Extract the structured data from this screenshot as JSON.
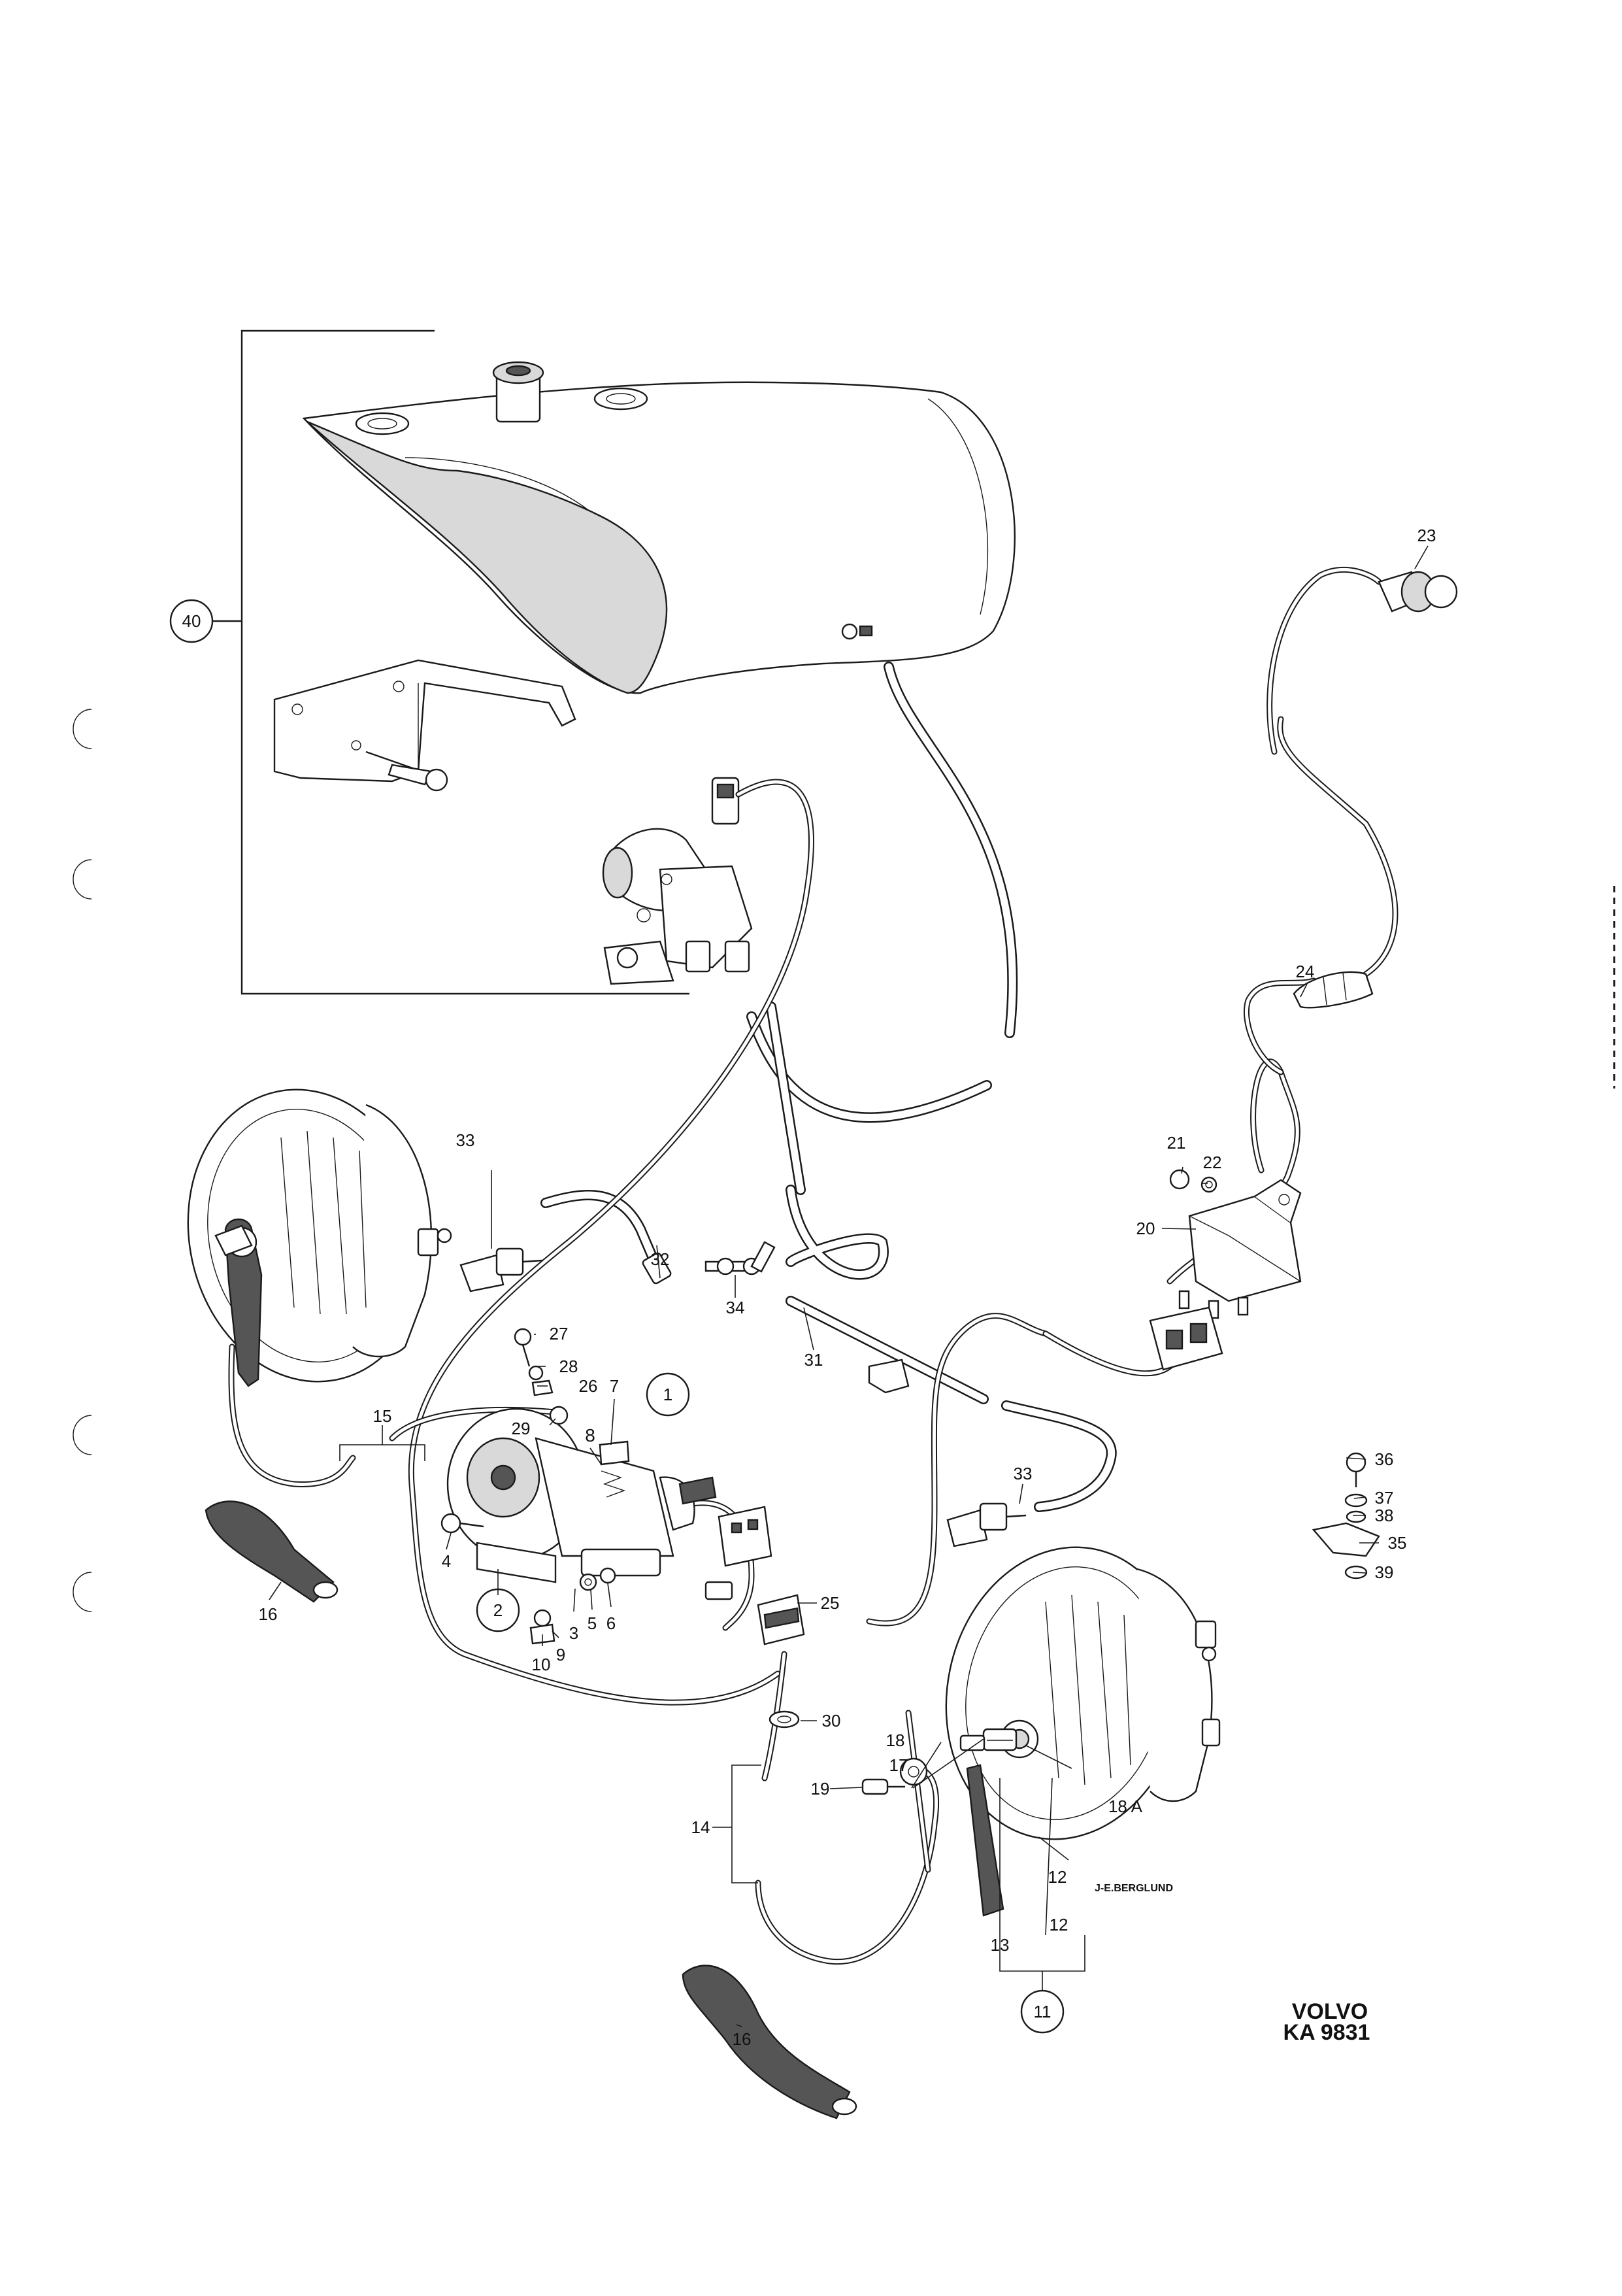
{
  "labels": {
    "p1": "1",
    "p2": "2",
    "p3": "3",
    "p4": "4",
    "p5": "5",
    "p6": "6",
    "p7": "7",
    "p8": "8",
    "p9": "9",
    "p10": "10",
    "p11": "11",
    "p12a": "12",
    "p12b": "12",
    "p13": "13",
    "p14": "14",
    "p15": "15",
    "p16a": "16",
    "p16b": "16",
    "p17": "17",
    "p18": "18",
    "p18a": "18 A",
    "p19": "19",
    "p20": "20",
    "p21": "21",
    "p22": "22",
    "p23": "23",
    "p24": "24",
    "p25": "25",
    "p26": "26",
    "p27": "27",
    "p28": "28",
    "p29": "29",
    "p30": "30",
    "p31": "31",
    "p32": "32",
    "p33a": "33",
    "p33b": "33",
    "p34": "34",
    "p35": "35",
    "p36": "36",
    "p37": "37",
    "p38": "38",
    "p39": "39",
    "p40": "40"
  },
  "artist": "J-E.BERGLUND",
  "brand": {
    "name": "VOLVO",
    "code": "KA 9831"
  },
  "colors": {
    "ink": "#1a1a1a",
    "paper": "#ffffff"
  }
}
